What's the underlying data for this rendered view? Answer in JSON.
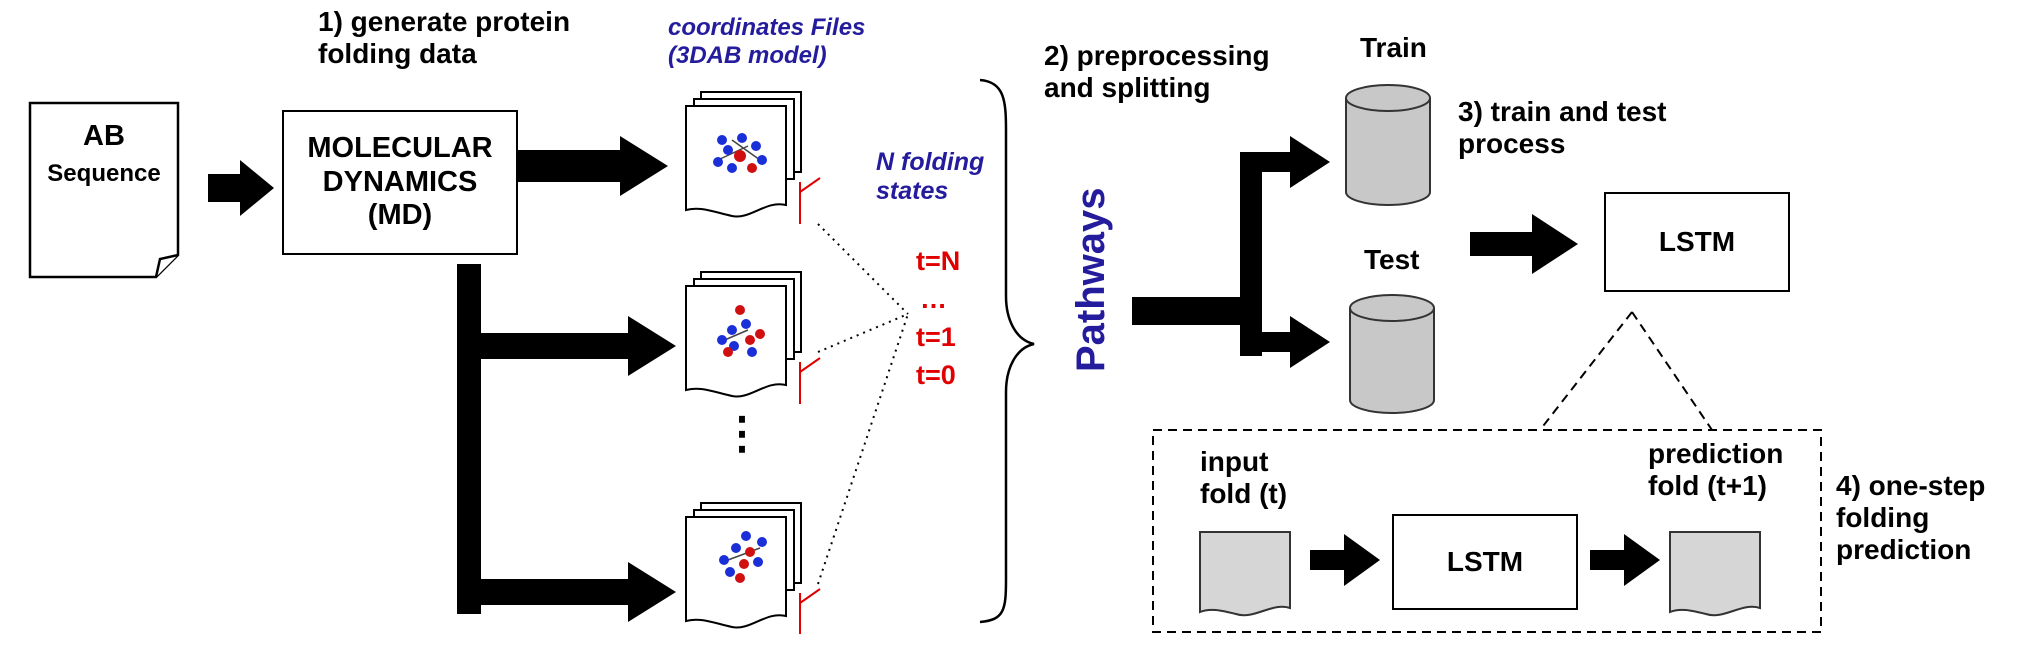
{
  "colors": {
    "accent_blue": "#241c9c",
    "state_red": "#e00000",
    "cylinder_gray": "#c8c8c8",
    "doc_gray": "#d6d6d6",
    "atom_blue": "#1b2fd8",
    "atom_red": "#d01010"
  },
  "input_doc": {
    "title": "AB",
    "subtitle": "Sequence"
  },
  "step1": {
    "label": "1) generate protein\nfolding data"
  },
  "md_box": {
    "label": "MOLECULAR\nDYNAMICS\n(MD)"
  },
  "coord_files": {
    "label": "coordinates Files\n(3DAB model)"
  },
  "folding_states": {
    "label": "N folding\nstates"
  },
  "time_labels": [
    "t=N",
    "…",
    "t=1",
    "t=0"
  ],
  "ellipsis_vertical": "⋮",
  "pathways": {
    "label": "Pathways"
  },
  "step2": {
    "label": "2) preprocessing\nand splitting"
  },
  "train": {
    "label": "Train"
  },
  "test": {
    "label": "Test"
  },
  "step3": {
    "label": "3) train and test\nprocess"
  },
  "lstm_main": {
    "label": "LSTM"
  },
  "detail": {
    "input_label": "input\nfold (t)",
    "lstm_label": "LSTM",
    "prediction_label": "prediction\nfold (t+1)"
  },
  "step4": {
    "label": "4) one-step\nfolding\nprediction"
  },
  "icons": [
    "document-icon",
    "arrow-right-icon",
    "database-icon",
    "molecule-icon",
    "curly-brace-icon"
  ]
}
